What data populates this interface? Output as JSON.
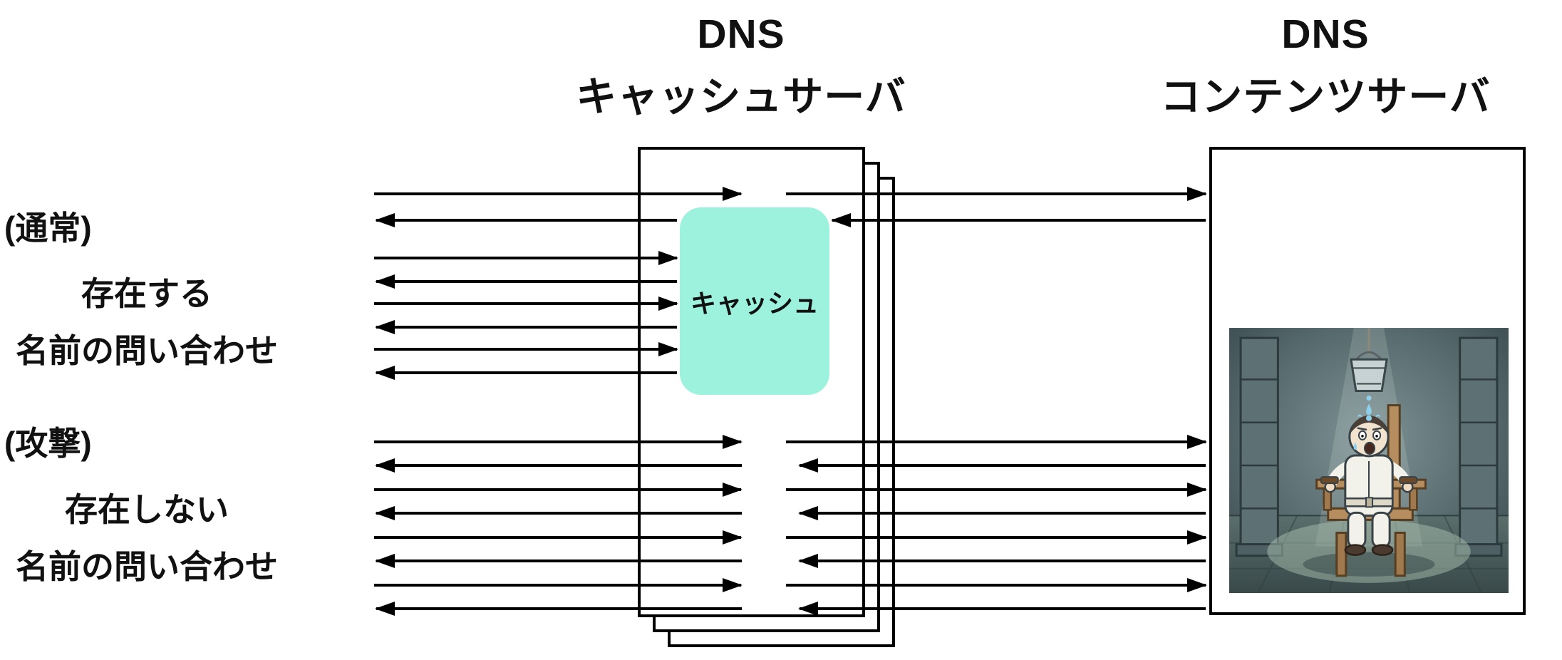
{
  "diagram": {
    "cache_server": {
      "title_line1": "DNS",
      "title_line2": "キャッシュサーバ",
      "cache_label": "キャッシュ",
      "cache_fill_color": "#9CF2DD"
    },
    "content_server": {
      "title_line1": "DNS",
      "title_line2": "コンテンツサーバ",
      "illustration": "water-torture-scene"
    },
    "left_labels": {
      "normal_tag": "(通常)",
      "normal_line1": "存在する",
      "normal_line2": "名前の問い合わせ",
      "attack_tag": "(攻撃)",
      "attack_line1": "存在しない",
      "attack_line2": "名前の問い合わせ"
    },
    "colors": {
      "arrow": "#000000",
      "border": "#000000",
      "background": "#ffffff",
      "cache_fill": "#9CF2DD"
    },
    "flows": {
      "normal_full_pairs": 1,
      "normal_cache_hit_pairs": 3,
      "attack_pairs": 4
    }
  }
}
